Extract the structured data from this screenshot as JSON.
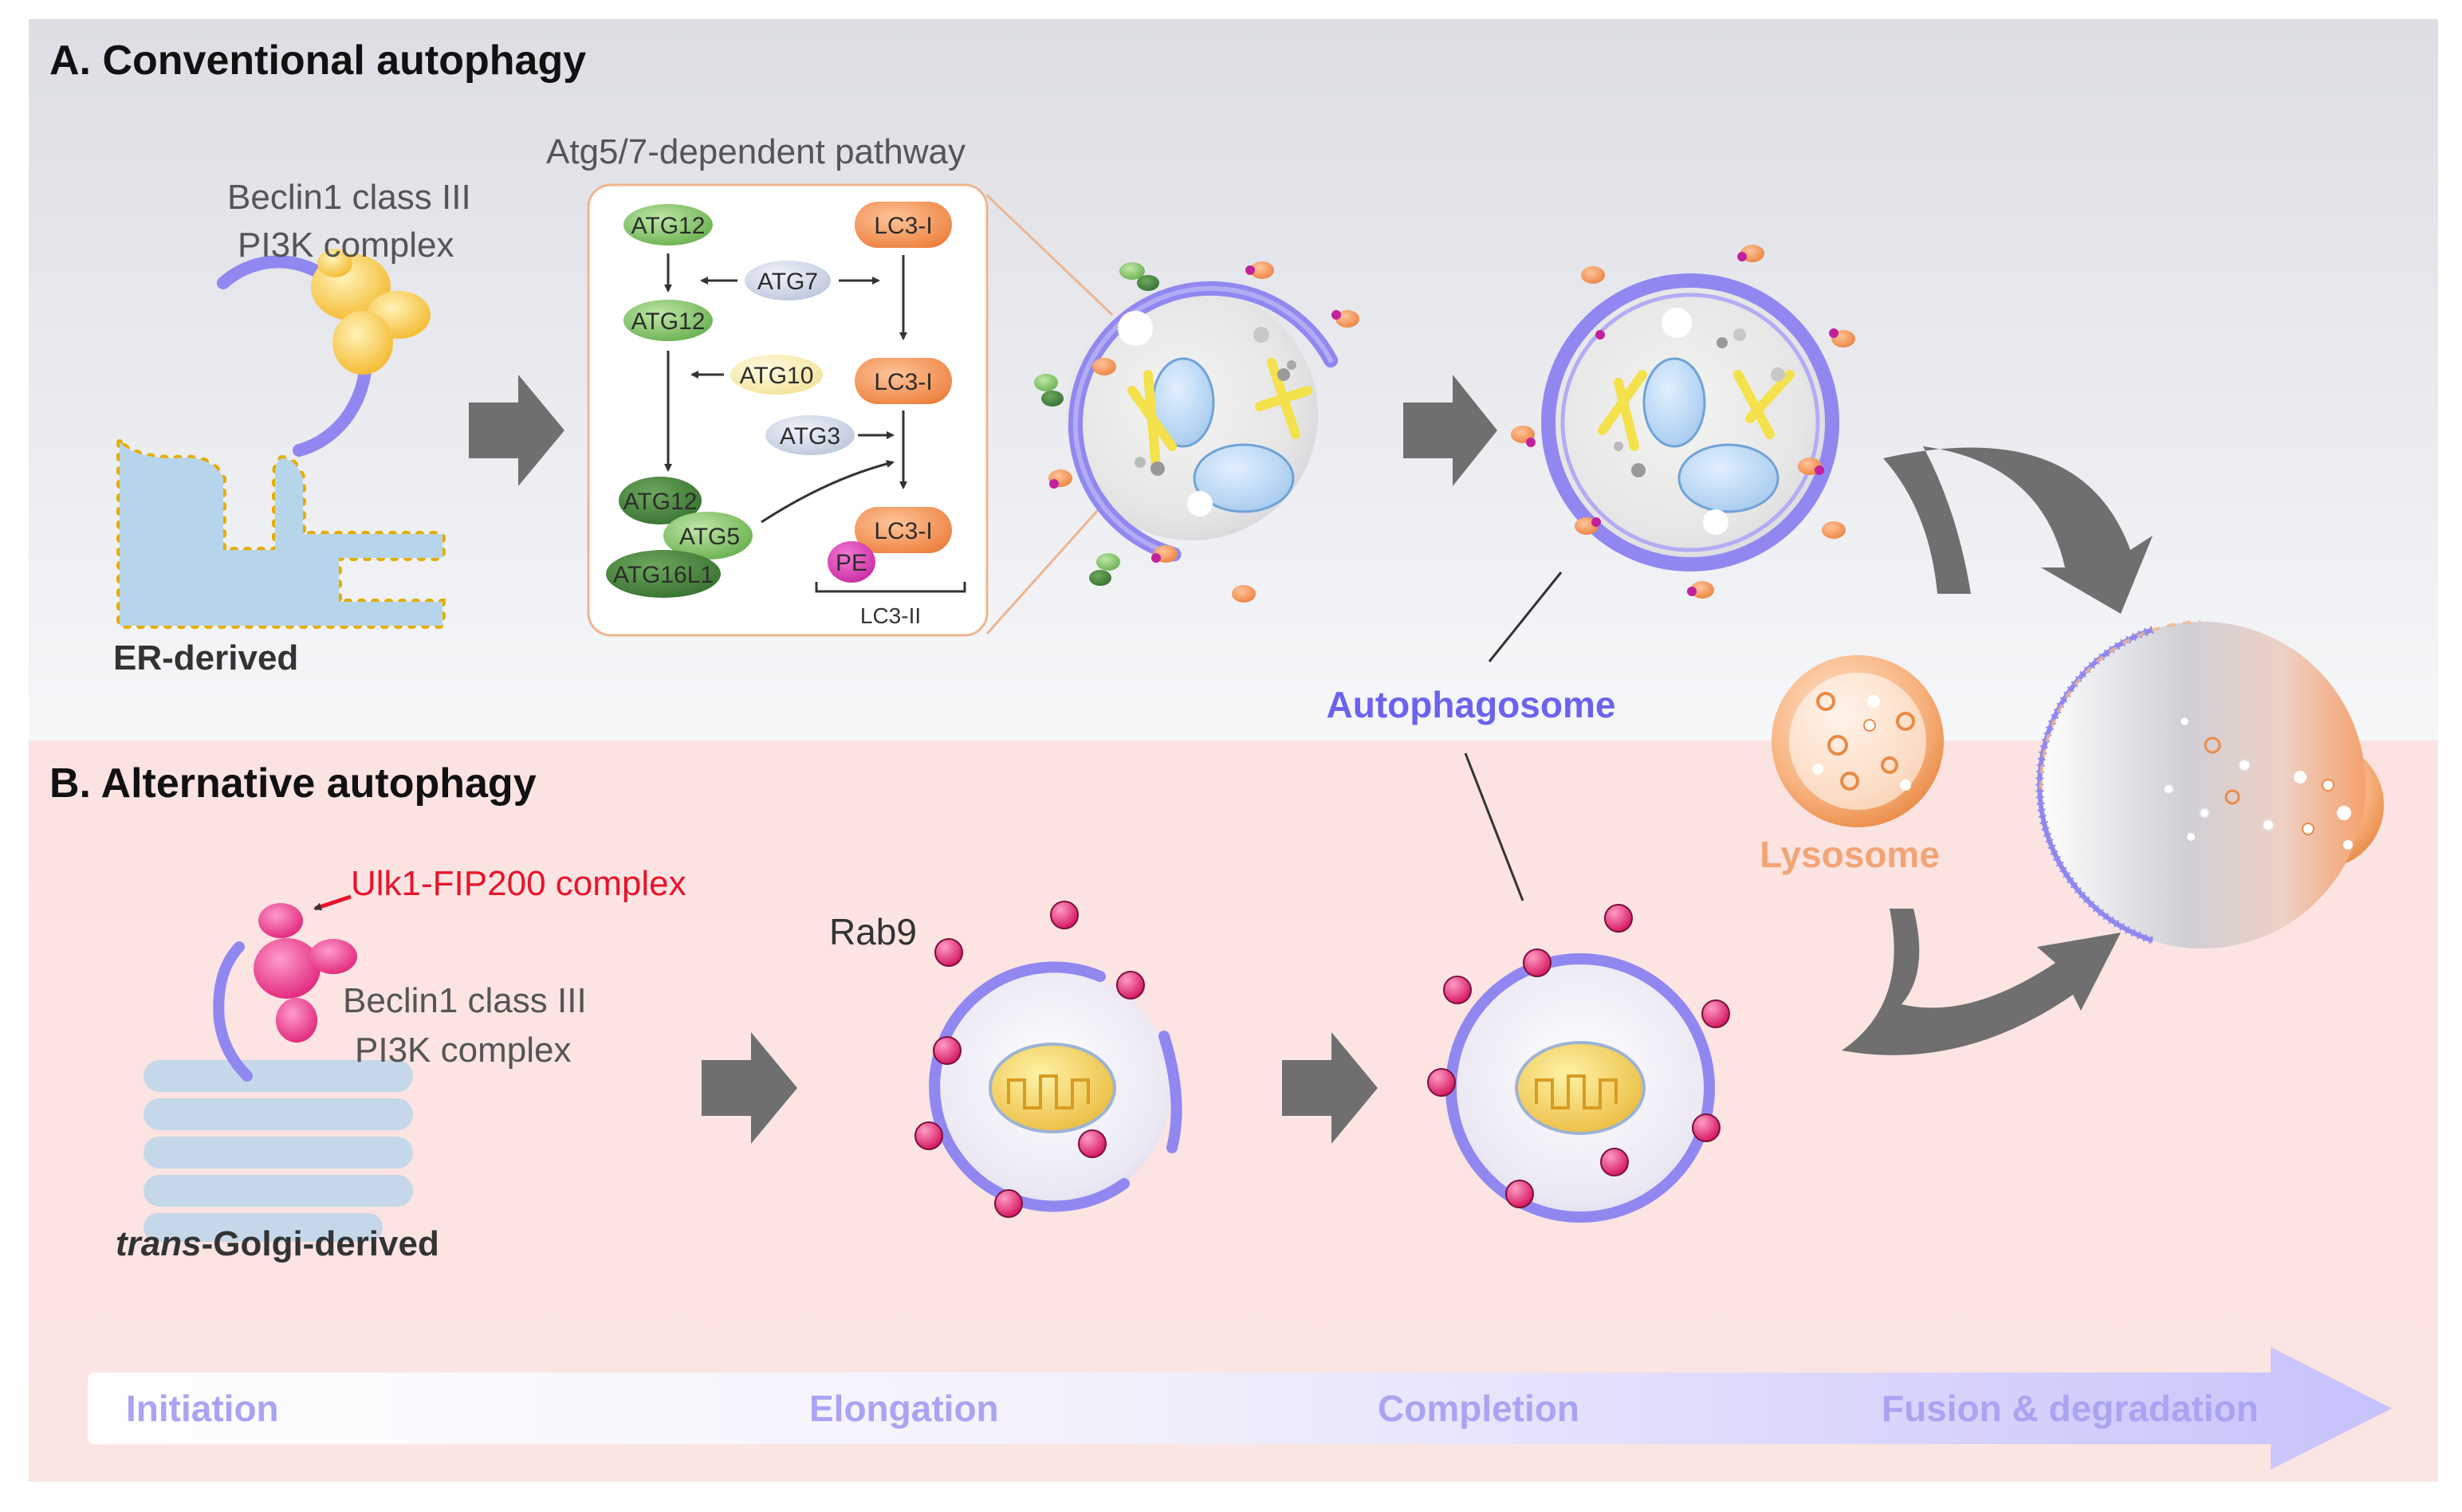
{
  "section_a": {
    "title": "A. Conventional autophagy",
    "complex_label_line1": "Beclin1 class III",
    "complex_label_line2": "PI3K complex",
    "origin_label": "ER-derived",
    "pathway_title": "Atg5/7-dependent pathway",
    "pathway": {
      "atg12_top": "ATG12",
      "atg12_mid": "ATG12",
      "atg7": "ATG7",
      "atg10": "ATG10",
      "atg3": "ATG3",
      "lc3_top": "LC3-I",
      "lc3_mid": "LC3-I",
      "lc3_bottom": "LC3-I",
      "pe": "PE",
      "atg12_complex": "ATG12",
      "atg5": "ATG5",
      "atg16l1": "ATG16L1",
      "lc3_ii": "LC3-II"
    }
  },
  "autophagosome_label": "Autophagosome",
  "lysosome_label": "Lysosome",
  "section_b": {
    "title": "B. Alternative autophagy",
    "ulk_label": "Ulk1-FIP200 complex",
    "complex_label_line1": "Beclin1 class III",
    "complex_label_line2": "PI3K complex",
    "origin_italic": "trans",
    "origin_rest": "-Golgi-derived",
    "rab9_label": "Rab9"
  },
  "stages": [
    "Initiation",
    "Elongation",
    "Completion",
    "Fusion & degradation"
  ],
  "colors": {
    "membrane": "#8f87f0",
    "lc3_orange": "#ef8a4a",
    "atg_green": "#86c46b",
    "rab9_pink": "#e8307a",
    "ulk_red": "#e8132b",
    "label_blue": "#6b63ee",
    "label_orange": "#f2a474",
    "arrow_grey": "#6f6f6f"
  }
}
